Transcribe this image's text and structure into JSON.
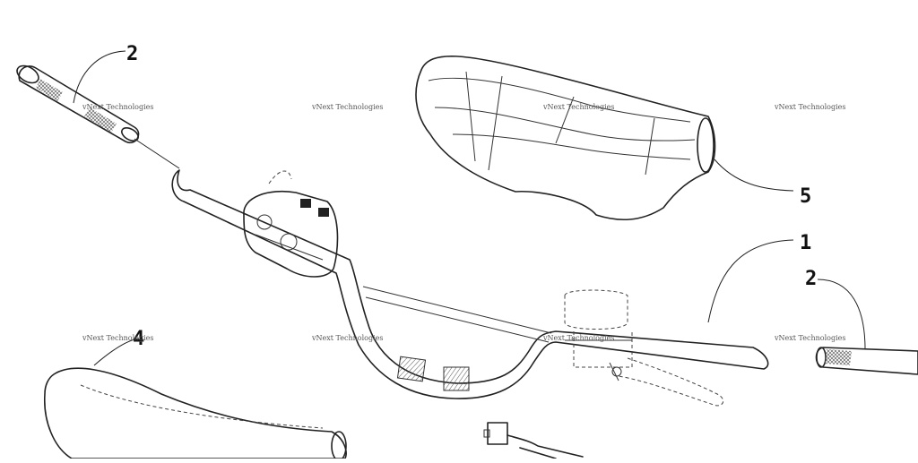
{
  "callouts": {
    "c1": "1",
    "c2a": "2",
    "c2b": "2",
    "c4": "4",
    "c5": "5"
  },
  "watermark": {
    "text": "vNext Technologies"
  }
}
